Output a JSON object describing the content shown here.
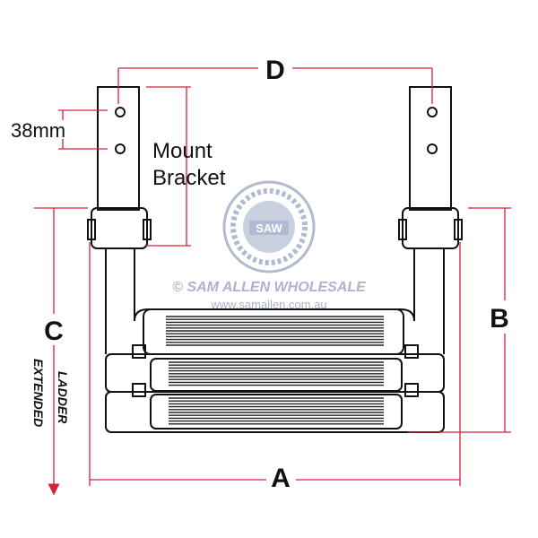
{
  "dimensions": {
    "a": "A",
    "b": "B",
    "c": "C",
    "d": "D",
    "hole_spacing": "38mm"
  },
  "labels": {
    "mount_line1": "Mount",
    "mount_line2": "Bracket",
    "ladder_line1": "LADDER",
    "ladder_line2": "EXTENDED"
  },
  "watermark": {
    "logo_text": "SAW",
    "company": "© SAM ALLEN WHOLESALE",
    "website": "www.samallen.com.au"
  },
  "colors": {
    "dimension_line": "#d61f3a",
    "outline": "#111111",
    "watermark": "#a9b3cc"
  }
}
